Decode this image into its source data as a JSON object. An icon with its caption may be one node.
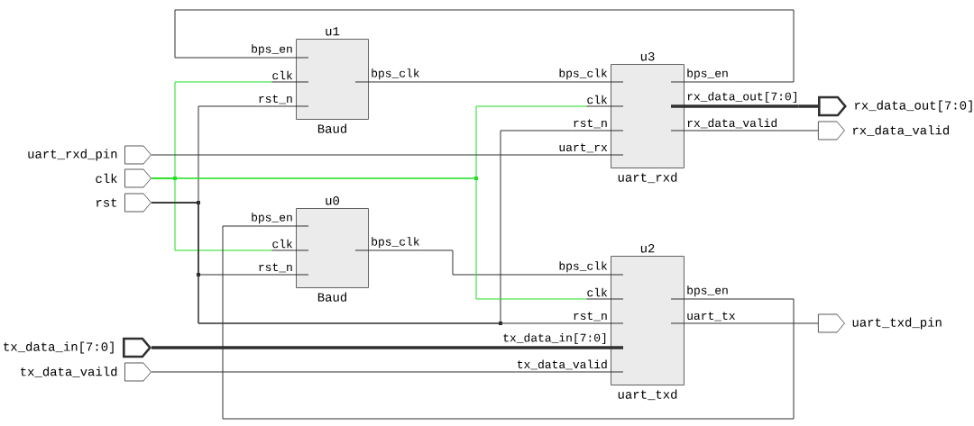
{
  "diagram": {
    "nodes": [
      {
        "text": [
          "u1",
          "Baud"
        ]
      },
      {
        "text": [
          "bps_en"
        ]
      },
      {
        "text": [
          "clk"
        ]
      },
      {
        "text": [
          "rst_n"
        ]
      },
      {
        "text": [
          "bps_clk"
        ]
      },
      {
        "text": [
          "u3",
          "uart_rxd"
        ]
      },
      {
        "text": [
          "bps_clk"
        ]
      },
      {
        "text": [
          "clk"
        ]
      },
      {
        "text": [
          "rst_n"
        ]
      },
      {
        "text": [
          "uart_rx"
        ]
      },
      {
        "text": [
          "bps_en"
        ]
      },
      {
        "text": [
          "rx_data_out[7:0]"
        ]
      },
      {
        "text": [
          "rx_data_valid"
        ]
      },
      {
        "text": [
          "rx_data_out[7:0]"
        ]
      },
      {
        "text": [
          "rx_data_valid"
        ]
      },
      {
        "text": [
          "uart_rxd_pin"
        ]
      },
      {
        "text": [
          "clk"
        ]
      },
      {
        "text": [
          "rst"
        ]
      },
      {
        "text": [
          "u0",
          "Baud"
        ]
      },
      {
        "text": [
          "bps_en"
        ]
      },
      {
        "text": [
          "clk"
        ]
      },
      {
        "text": [
          "rst_n"
        ]
      },
      {
        "text": [
          "bps_clk"
        ]
      },
      {
        "text": [
          "u2",
          "uart_txd"
        ]
      },
      {
        "text": [
          "bps_clk"
        ]
      },
      {
        "text": [
          "clk"
        ]
      },
      {
        "text": [
          "rst_n"
        ]
      },
      {
        "text": [
          "tx_data_in[7:0]"
        ]
      },
      {
        "text": [
          "tx_data_valid"
        ]
      },
      {
        "text": [
          "bps_en"
        ]
      },
      {
        "text": [
          "uart_tx"
        ]
      },
      {
        "text": [
          "uart_txd_pin"
        ]
      },
      {
        "text": [
          "tx_data_in[7:0]"
        ]
      },
      {
        "text": [
          "tx_data_vaild"
        ]
      }
    ],
    "edges": [
      {
        "from": 10,
        "to": 1,
        "arrow": "none"
      },
      {
        "from": 16,
        "to": 2,
        "arrow": "none",
        "color": "#20e020"
      },
      {
        "from": 17,
        "to": 3,
        "arrow": "none"
      },
      {
        "from": 4,
        "to": 6,
        "arrow": "none"
      },
      {
        "from": 16,
        "to": 7,
        "arrow": "none",
        "color": "#20e020"
      },
      {
        "from": 17,
        "to": 8,
        "arrow": "none"
      },
      {
        "from": 15,
        "to": 9,
        "arrow": "none"
      },
      {
        "from": 11,
        "to": 13,
        "arrow": "none",
        "style": "thick"
      },
      {
        "from": 12,
        "to": 14,
        "arrow": "none"
      },
      {
        "from": 16,
        "to": 20,
        "arrow": "none",
        "color": "#20e020"
      },
      {
        "from": 17,
        "to": 21,
        "arrow": "none"
      },
      {
        "from": 29,
        "to": 19,
        "arrow": "none"
      },
      {
        "from": 22,
        "to": 24,
        "arrow": "none"
      },
      {
        "from": 16,
        "to": 25,
        "arrow": "none",
        "color": "#20e020"
      },
      {
        "from": 17,
        "to": 26,
        "arrow": "none"
      },
      {
        "from": 32,
        "to": 27,
        "arrow": "none",
        "style": "thick"
      },
      {
        "from": 33,
        "to": 28,
        "arrow": "none"
      },
      {
        "from": 30,
        "to": 31,
        "arrow": "none"
      }
    ]
  }
}
